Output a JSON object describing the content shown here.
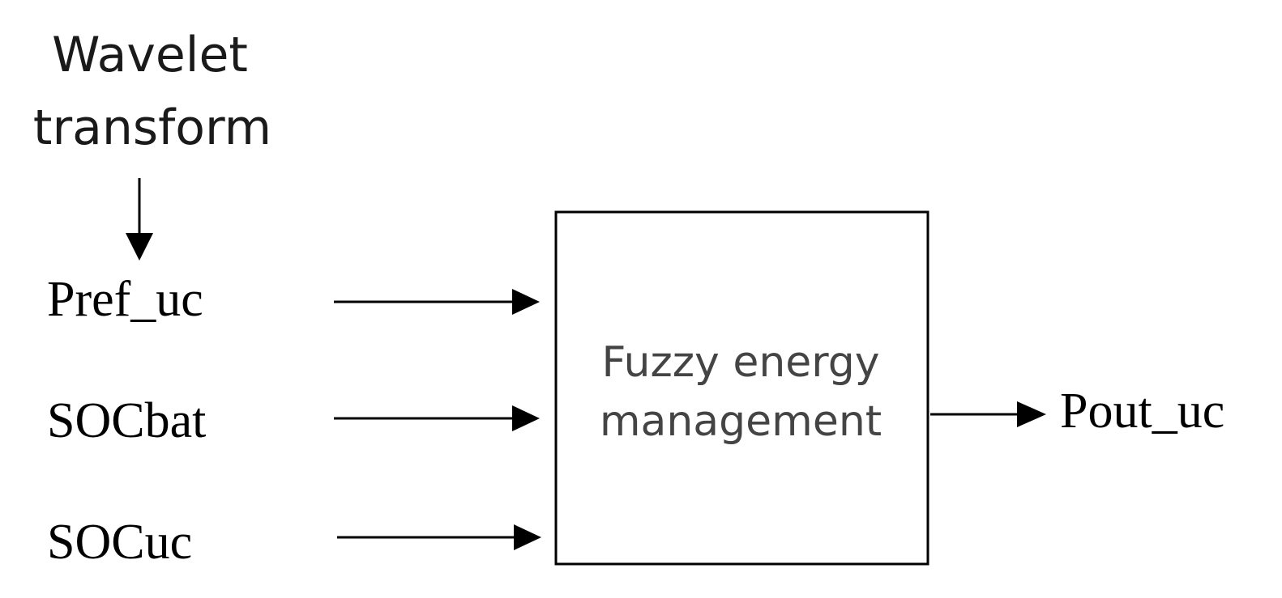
{
  "diagram": {
    "source_label_line1": "Wavelet",
    "source_label_line2": "transform",
    "block_label_line1": "Fuzzy energy",
    "block_label_line2": "management",
    "inputs": [
      "Pref_uc",
      "SOCbat",
      "SOCuc"
    ],
    "output": "Pout_uc"
  }
}
